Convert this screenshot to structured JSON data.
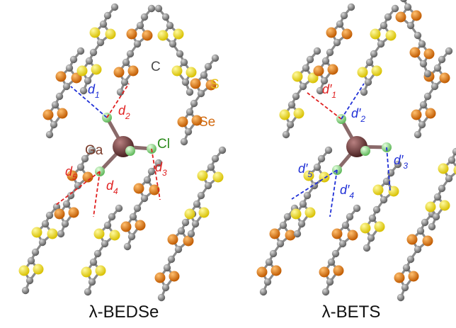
{
  "panels": {
    "left": {
      "caption": "λ-BEDSe",
      "elements": {
        "ga": "Ga",
        "cl": "Cl",
        "c": "C",
        "s": "S",
        "se": "Se"
      },
      "distances": [
        {
          "base": "d",
          "sub": "1"
        },
        {
          "base": "d",
          "sub": "2"
        },
        {
          "base": "d",
          "sub": "3"
        },
        {
          "base": "d",
          "sub": "4"
        },
        {
          "base": "d",
          "sub": "5"
        }
      ]
    },
    "right": {
      "caption": "λ-BETS",
      "distances": [
        {
          "base": "d′",
          "sub": "1"
        },
        {
          "base": "d′",
          "sub": "2"
        },
        {
          "base": "d′",
          "sub": "3"
        },
        {
          "base": "d′",
          "sub": "4"
        },
        {
          "base": "d′",
          "sub": "5"
        }
      ]
    }
  },
  "colors": {
    "carbon": "#7a7a7a",
    "sulfur": "#f2e21a",
    "selenium": "#e07d12",
    "gallium": "#6b3a3a",
    "chlorine": "#8fd884",
    "bond_gray": "#8a8a8a",
    "contact_red": "#e02020",
    "contact_blue": "#1f2fd6",
    "label_c": "#4a4a4a",
    "label_s": "#e8c31a",
    "label_se": "#d26a10",
    "label_ga": "#7a3b2a",
    "label_cl": "#2a8a1a"
  }
}
